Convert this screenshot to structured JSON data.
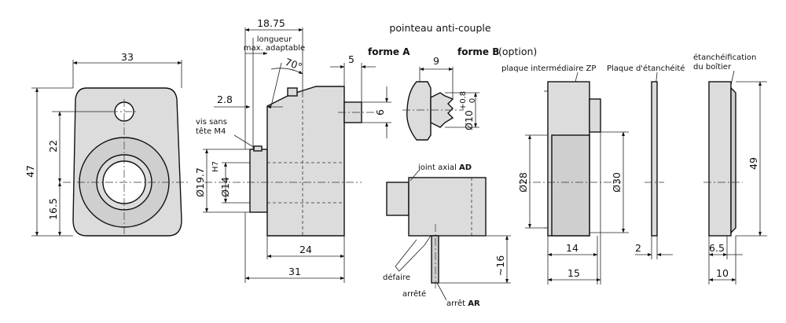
{
  "title": "pointeau anti-couple",
  "front_view": {
    "width": "33",
    "height": "47",
    "dim_22": "22",
    "dim_16_5": "16.5"
  },
  "side_view": {
    "top": "18.75",
    "note_length": "longueur",
    "note_adapt": "max. adaptable",
    "angle": "70°",
    "dim_2_8": "2.8",
    "screw_1": "vis sans",
    "screw_2": "tête M4",
    "dia_19_7": "Ø19.7",
    "tol_h7": "H7",
    "dia_14": "Ø14",
    "dim_24": "24",
    "dim_31": "31",
    "dim_5": "5",
    "dim_6": "6"
  },
  "forme_a": {
    "label": "forme A"
  },
  "forme_b": {
    "label": "forme B",
    "option": "(option)",
    "dim_9": "9",
    "dia_10": "Ø10",
    "tol_up": "+0.8",
    "tol_low": "0"
  },
  "bottom_view": {
    "joint_prefix": "joint axial ",
    "joint_code": "AD",
    "defaire": "défaire",
    "arrete": "arrêté",
    "arret_prefix": "arrêt ",
    "arret_code": "AR",
    "dim_16": "~16"
  },
  "zp": {
    "label": "plaque intermédiaire ZP",
    "dia_28": "Ø28",
    "dia_30": "Ø30",
    "dim_14": "14",
    "dim_15": "15"
  },
  "seal_plate": {
    "label": "Plaque d'étanchéité",
    "dim_2": "2"
  },
  "housing_seal": {
    "label_1": "étanchéification",
    "label_2": "du boîtier",
    "dim_49": "49",
    "dim_6_5": "6.5",
    "dim_10": "10"
  }
}
